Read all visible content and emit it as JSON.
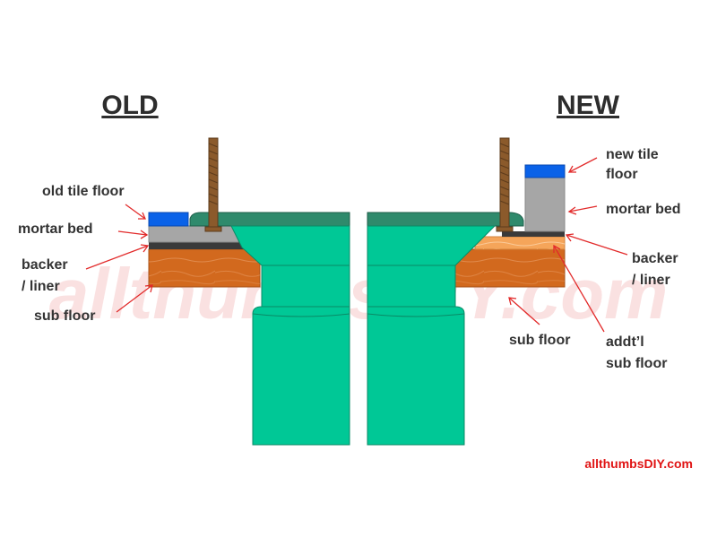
{
  "headings": {
    "old": "OLD",
    "new": "NEW"
  },
  "labels": {
    "old_tile_floor": "old tile floor",
    "mortar_bed_left": "mortar bed",
    "backer_left_1": "backer",
    "backer_left_2": "/ liner",
    "sub_floor_left": "sub floor",
    "new_tile_1": "new tile",
    "new_tile_2": "floor",
    "mortar_bed_right": "mortar bed",
    "backer_right_1": "backer",
    "backer_right_2": "/ liner",
    "sub_floor_right": "sub floor",
    "addtl_1": "addt’l",
    "addtl_2": "sub floor"
  },
  "watermark": "allthumbsDIY.com",
  "credit": "allthumbsDIY.com",
  "colors": {
    "flange": "#00c896",
    "flange_top": "#2f8a6c",
    "tile": "#0a62e8",
    "mortar": "#a6a6a6",
    "backer": "#3a3a3a",
    "subfloor": "#d2691e",
    "addtl_subfloor": "#f5a55a",
    "bolt": "#8b5a2b",
    "arrow": "#e22a2a"
  }
}
